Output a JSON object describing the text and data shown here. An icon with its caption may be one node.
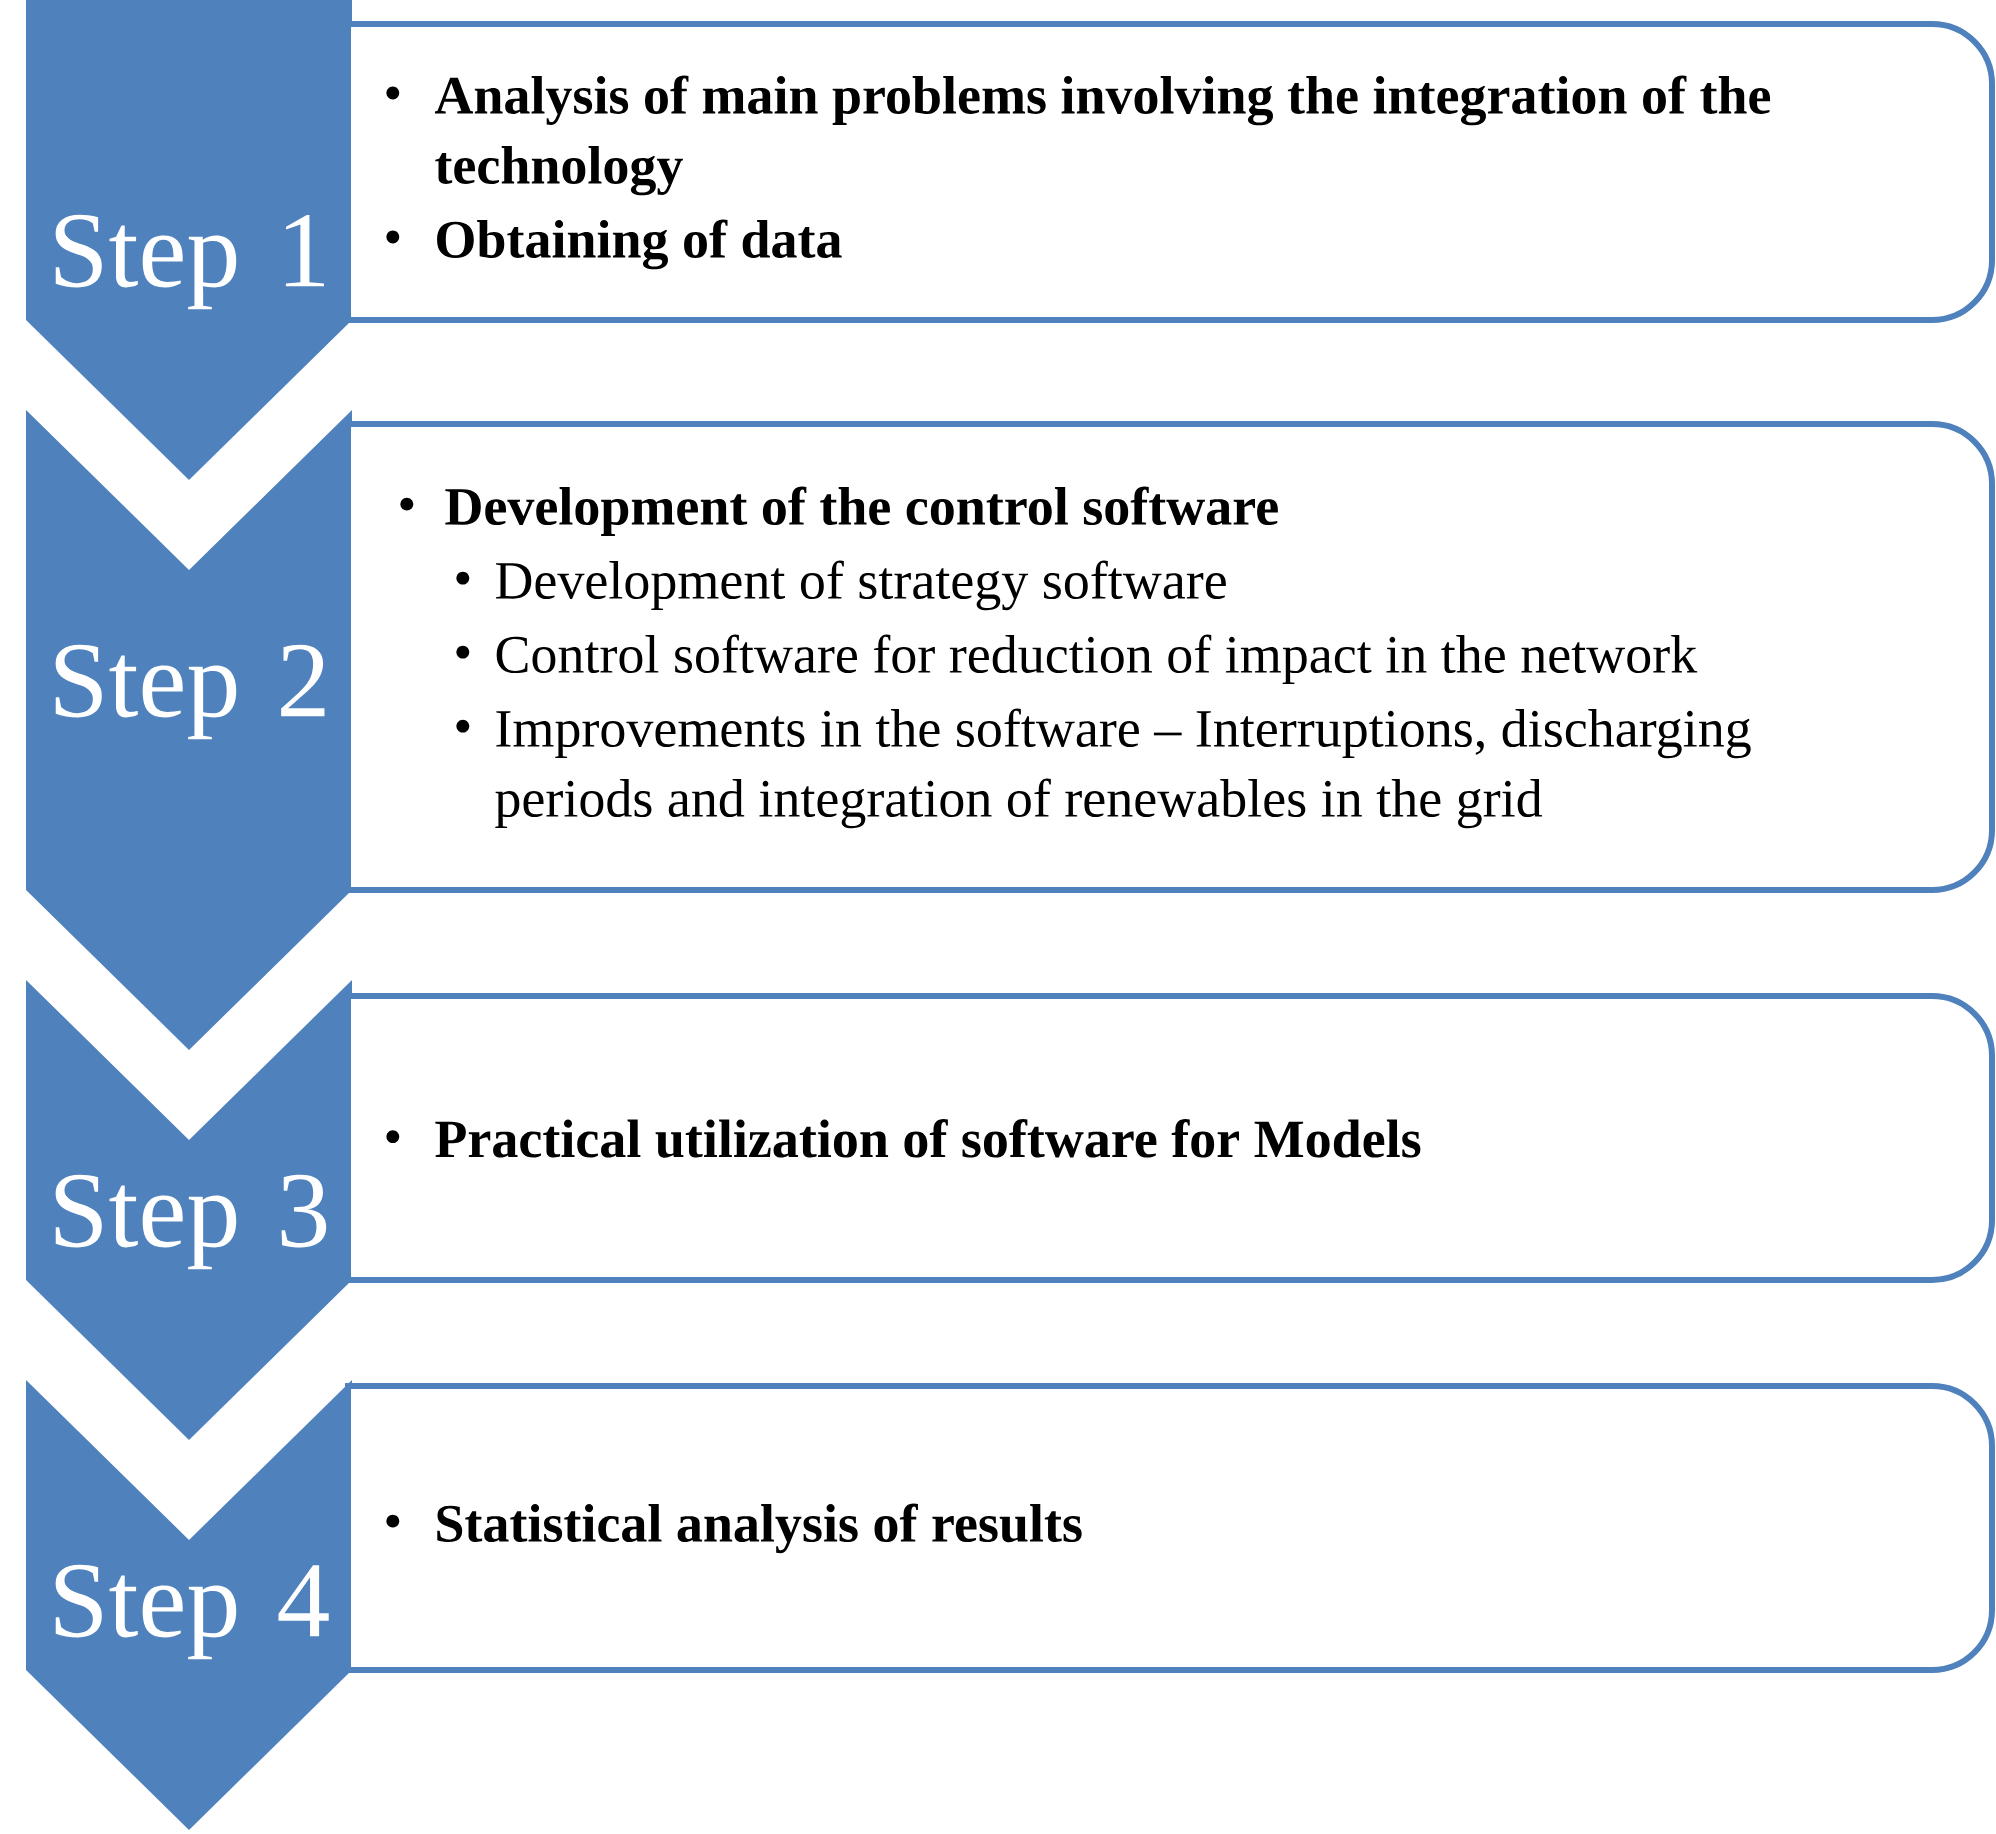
{
  "diagram": {
    "nodes": [
      {
        "text": [
          "Step 1"
        ]
      },
      {
        "text": [
          "Analysis of main problems involving the integration of the technology",
          "Obtaining of data"
        ]
      },
      {
        "text": [
          "Step 2"
        ]
      },
      {
        "text": [
          "Development of the control software",
          "Development of strategy software",
          "Control software for reduction of impact in the network",
          "Improvements in the software – Interruptions, discharging periods and integration of renewables in the grid"
        ]
      },
      {
        "text": [
          "Step 3"
        ]
      },
      {
        "text": [
          "Practical utilization of software for Models"
        ]
      },
      {
        "text": [
          "Step 4"
        ]
      },
      {
        "text": [
          "Statistical analysis of results"
        ]
      }
    ]
  }
}
